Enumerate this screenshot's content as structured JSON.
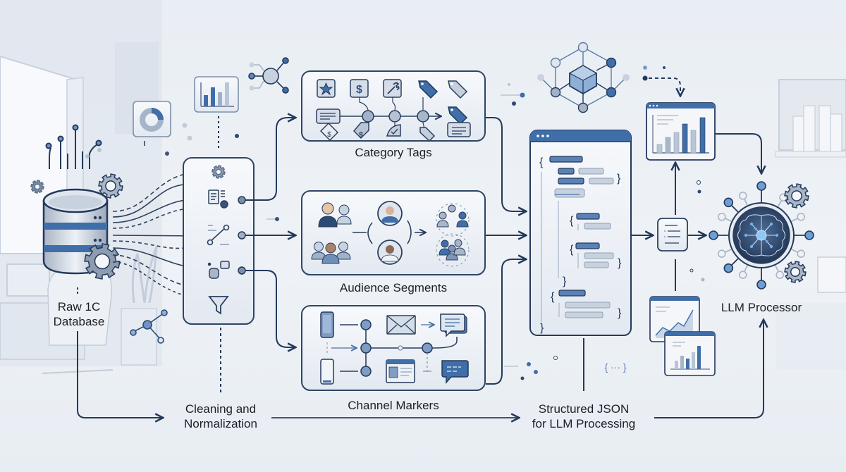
{
  "diagram": {
    "title": "",
    "palette": {
      "navy": "#23395b",
      "line": "#2b3f5f",
      "accent_blue": "#3f6ea8",
      "light_blue": "#8fb0d6",
      "gray_blue": "#a9b6c8",
      "card_bg": "#eef2f7",
      "background": "#eaeff5"
    },
    "nodes": {
      "raw_db": {
        "label_line1": "Raw 1C",
        "label_line2": "Database",
        "icon": "database-with-gears-icon"
      },
      "cleaning": {
        "label_line1": "Cleaning and",
        "label_line2": "Normalization",
        "icons": [
          "gear-icon",
          "document-tag-icon",
          "transform-link-icon",
          "merge-icon",
          "filter-funnel-icon"
        ]
      },
      "category_tags": {
        "label": "Category Tags",
        "icons": [
          "star-tag-icon",
          "dollar-tag-icon",
          "wrench-tag-icon",
          "price-tag-icon",
          "text-card-icon",
          "check-tag-icon"
        ]
      },
      "audience_segments": {
        "label": "Audience Segments",
        "icons": [
          "people-group-icon",
          "person-avatar-icon",
          "segment-cluster-icon"
        ]
      },
      "channel_markers": {
        "label": "Channel Markers",
        "icons": [
          "smartphone-icon",
          "tablet-icon",
          "envelope-icon",
          "chat-bubble-icon",
          "web-page-icon"
        ]
      },
      "structured_json": {
        "label_line1": "Structured JSON",
        "label_line2": "for LLM Processing",
        "snippet": "{ ··· }"
      },
      "llm_processor": {
        "label": "LLM Processor",
        "icon": "brain-circuit-icon"
      }
    },
    "decorations": [
      "donut-chart-icon",
      "bar-chart-icon",
      "network-node-icon",
      "cube-network-icon",
      "report-bar-chart-icon",
      "report-line-chart-icon"
    ]
  }
}
